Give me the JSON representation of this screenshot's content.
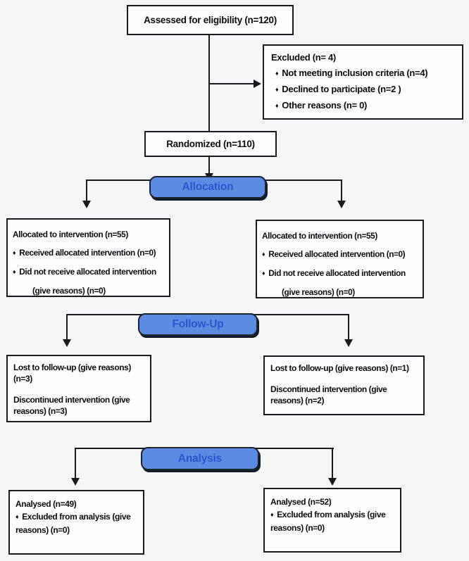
{
  "diagram": {
    "assessed": "Assessed for eligibility (n=120)",
    "excluded": {
      "title": "Excluded (n= 4)",
      "items": [
        "Not meeting inclusion criteria (n=4)",
        "Declined to participate (n=2 )",
        "Other reasons (n= 0)"
      ]
    },
    "randomized": "Randomized (n=110)",
    "banners": {
      "allocation": "Allocation",
      "followup": "Follow-Up",
      "analysis": "Analysis"
    },
    "allocation_left": {
      "title": "Allocated to intervention (n=55)",
      "item1": "Received allocated intervention (n=0)",
      "item2_line1": "Did not receive allocated intervention",
      "item2_line2": "(give reasons) (n=0)"
    },
    "allocation_right": {
      "title": "Allocated to intervention (n=55)",
      "item1": "Received allocated intervention (n=0)",
      "item2_line1": "Did not receive allocated intervention",
      "item2_line2": "(give reasons) (n=0)"
    },
    "followup_left": {
      "p1": [
        "Lost to follow-up (give reasons)",
        "(n=3)"
      ],
      "p2": [
        "Discontinued intervention (give",
        "reasons) (n=3)"
      ]
    },
    "followup_right": {
      "p1": [
        "Lost to follow-up (give reasons) (n=1)"
      ],
      "p2": [
        "Discontinued intervention (give",
        "reasons) (n=2)"
      ]
    },
    "analysis_left": {
      "title": "Analysed (n=49)",
      "item_lines": [
        "Excluded from analysis (give",
        "reasons) (n=0)"
      ]
    },
    "analysis_right": {
      "title": "Analysed (n=52)",
      "item_lines": [
        "Excluded from analysis (give",
        "reasons) (n=0)"
      ]
    }
  },
  "icons": {
    "bullet": "♦"
  },
  "colors": {
    "banner_fill": "#5b8ce1",
    "banner_text": "#2b55cc",
    "box_border": "#181a1f",
    "line": "#181a1f",
    "background": "#f6f6f8"
  }
}
